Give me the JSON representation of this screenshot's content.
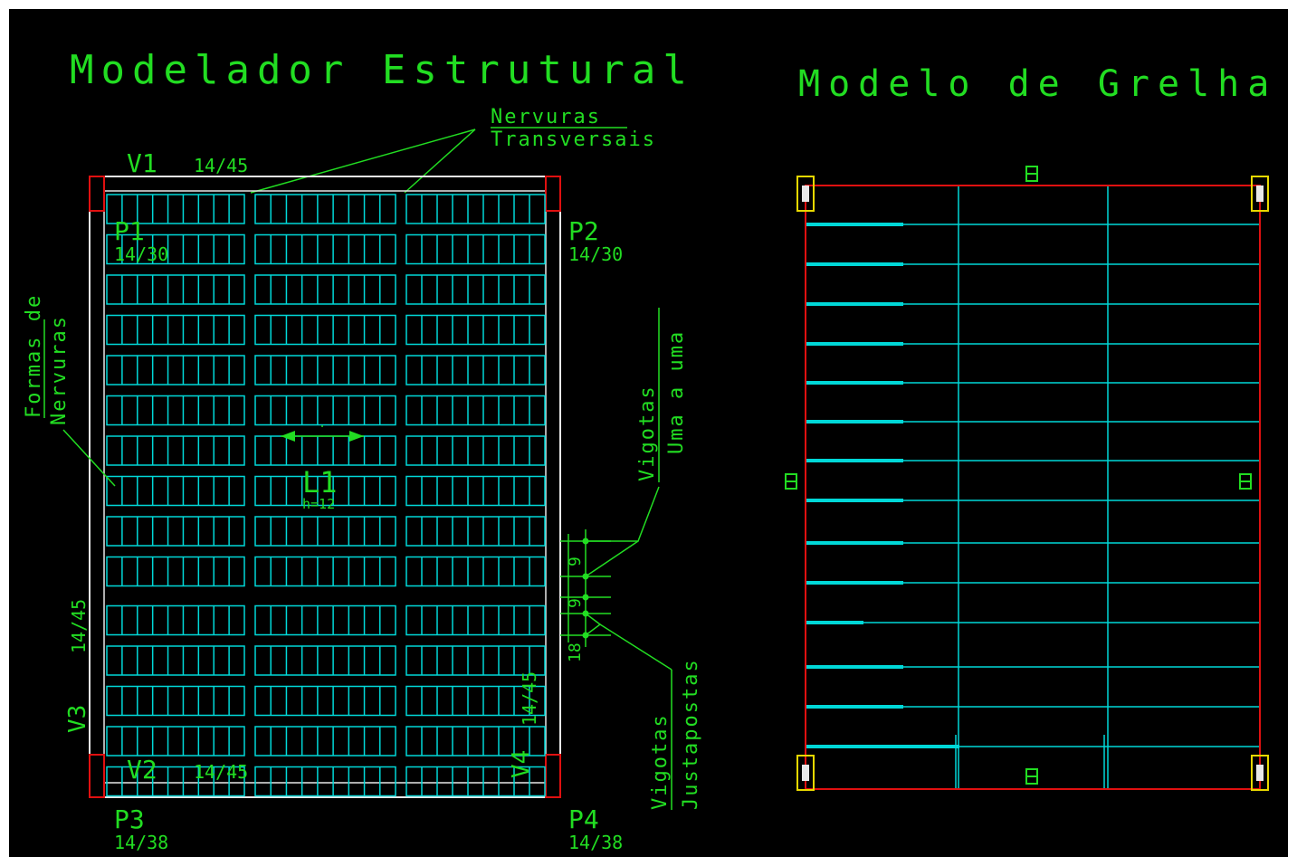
{
  "left_panel": {
    "title": "Modelador Estrutural",
    "annotations": {
      "nervuras_line1": "Nervuras",
      "nervuras_line2": "Transversais",
      "formas_line1": "Formas de",
      "formas_line2": "Nervuras",
      "vigotas_uma_line1": "Vigotas",
      "vigotas_uma_line2": "Uma a uma",
      "vigotas_just_line1": "Vigotas",
      "vigotas_just_line2": "Justapostas"
    },
    "beams": {
      "v1": "V1",
      "v1_dim": "14/45",
      "v2": "V2",
      "v2_dim": "14/45",
      "v3": "V3",
      "v3_dim": "14/45",
      "v4": "V4",
      "v4_dim": "14/45"
    },
    "pillars": {
      "p1": "P1",
      "p1_dim": "14/30",
      "p2": "P2",
      "p2_dim": "14/30",
      "p3": "P3",
      "p3_dim": "14/38",
      "p4": "P4",
      "p4_dim": "14/38"
    },
    "slab": {
      "label": "L1",
      "sub": "h=12"
    },
    "dimensions": {
      "d1": "9",
      "d2": "9",
      "d3": "18"
    }
  },
  "right_panel": {
    "title": "Modelo de Grelha"
  },
  "colors": {
    "background": "#000000",
    "text_green": "#22dd22",
    "cyan": "#00d8d8",
    "red": "#e01010",
    "white": "#e8e8e8",
    "yellow": "#e8d800"
  }
}
